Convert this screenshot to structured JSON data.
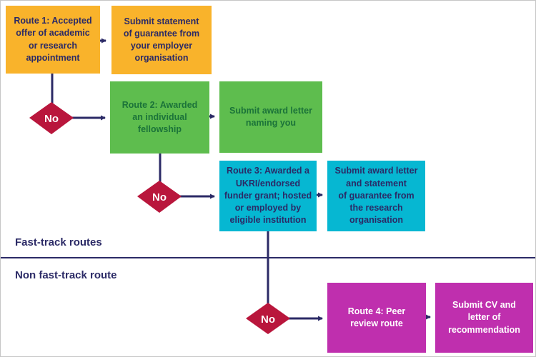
{
  "diagram": {
    "sections": {
      "fast_track_label": "Fast-track routes",
      "non_fast_track_label": "Non fast-track route"
    },
    "nodes": {
      "route1": {
        "label": "Route 1: Accepted\noffer of academic\nor research\nappointment",
        "color": "#F9B32B"
      },
      "submit1": {
        "label": "Submit statement\nof guarantee from\nyour employer\norganisation",
        "color": "#F9B32B"
      },
      "route2": {
        "label": "Route 2: Awarded\nan individual\nfellowship",
        "color": "#5EBD4E"
      },
      "submit2": {
        "label": "Submit award letter\nnaming you",
        "color": "#5EBD4E"
      },
      "route3": {
        "label": "Route 3: Awarded a\nUKRI/endorsed\nfunder grant; hosted\nor employed by\neligible institution",
        "color": "#06B7D2"
      },
      "submit3": {
        "label": "Submit award letter\nand statement\nof guarantee from\nthe research\norganisation",
        "color": "#06B7D2"
      },
      "route4": {
        "label": "Route 4: Peer\nreview route",
        "color": "#BF2FAE"
      },
      "submit4": {
        "label": "Submit CV and\nletter of\nrecommendation",
        "color": "#BF2FAE"
      }
    },
    "decisions": [
      {
        "label": "No"
      },
      {
        "label": "No"
      },
      {
        "label": "No"
      }
    ],
    "colors": {
      "decision_red": "#B9163C",
      "connector_navy": "#2B2A66",
      "yellow": "#F9B32B",
      "green": "#5EBD4E",
      "cyan": "#06B7D2",
      "magenta": "#BF2FAE",
      "green_text": "#1B7339",
      "white_text": "#ffffff"
    }
  }
}
